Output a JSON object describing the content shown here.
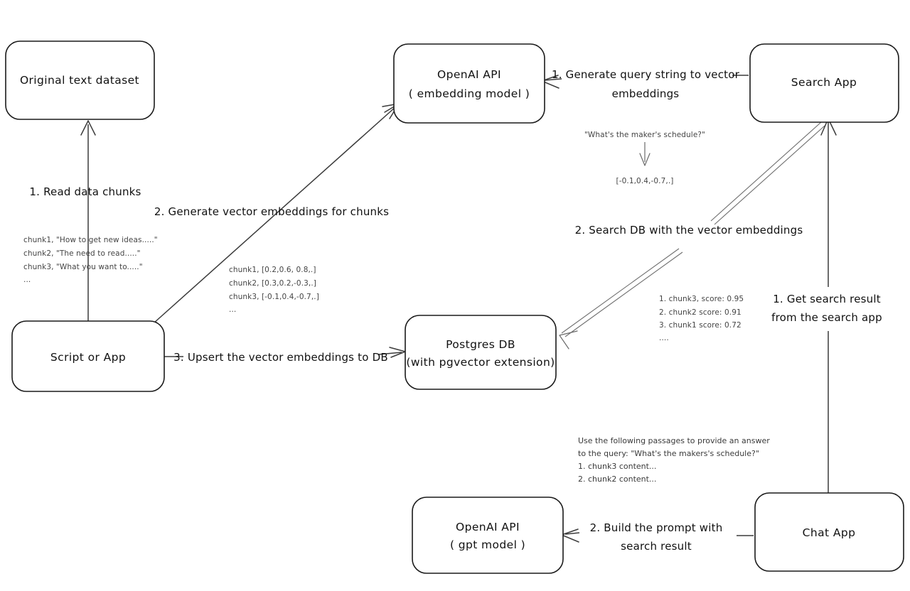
{
  "diagram": {
    "title": "Vector search RAG architecture",
    "stroke_color": "#3b3b3b",
    "box_fill": "#ffffff",
    "text_color": "#111111",
    "note_color": "#444444"
  },
  "nodes": {
    "original_dataset": {
      "label": "Original text dataset"
    },
    "script_or_app": {
      "label": "Script or App"
    },
    "openai_embedding": {
      "line1": "OpenAI API",
      "line2": "( embedding model )"
    },
    "postgres_db": {
      "line1": "Postgres DB",
      "line2": "(with pgvector extension)"
    },
    "search_app": {
      "label": "Search App"
    },
    "chat_app": {
      "label": "Chat App"
    },
    "openai_gpt": {
      "line1": "OpenAI API",
      "line2": "( gpt model )"
    }
  },
  "edges": {
    "read_data_chunks": {
      "label": "1. Read data chunks"
    },
    "generate_vector_embeddings": {
      "label": "2. Generate vector embeddings for chunks"
    },
    "upsert_to_db": {
      "label": "3. Upsert the vector embeddings  to DB"
    },
    "generate_query_embeddings": {
      "line1": "1. Generate query string to vector",
      "line2": "embeddings"
    },
    "search_db": {
      "label": "2. Search DB with the vector embeddings"
    },
    "get_search_result": {
      "line1": "1. Get search result",
      "line2": "from the search app"
    },
    "build_prompt": {
      "line1": "2. Build the prompt with",
      "line2": "search result"
    }
  },
  "notes": {
    "chunks_sample": {
      "lines": [
        "chunk1, \"How to get new ideas.....\"",
        "chunk2, \"The need to read.....\"",
        "chunk3, \"What you want to.....\"",
        "..."
      ]
    },
    "chunk_embeddings": {
      "lines": [
        "chunk1, [0.2,0.6, 0.8,.]",
        "chunk2, [0.3,0.2,-0.3,.]",
        "chunk3, [-0.1,0.4,-0.7,.]",
        "..."
      ]
    },
    "query_example": {
      "query": "\"What's the maker's schedule?\"",
      "vector": "[-0.1,0.4,-0.7,.]"
    },
    "search_results": {
      "lines": [
        "1. chunk3, score: 0.95",
        "2. chunk2 score: 0.91",
        "3. chunk1 score: 0.72",
        "...."
      ]
    },
    "prompt_sample": {
      "lines": [
        "Use the following passages to provide an answer",
        "to the query: \"What's the makers's schedule?\"",
        "1. chunk3 content...",
        "2. chunk2 content..."
      ]
    }
  }
}
